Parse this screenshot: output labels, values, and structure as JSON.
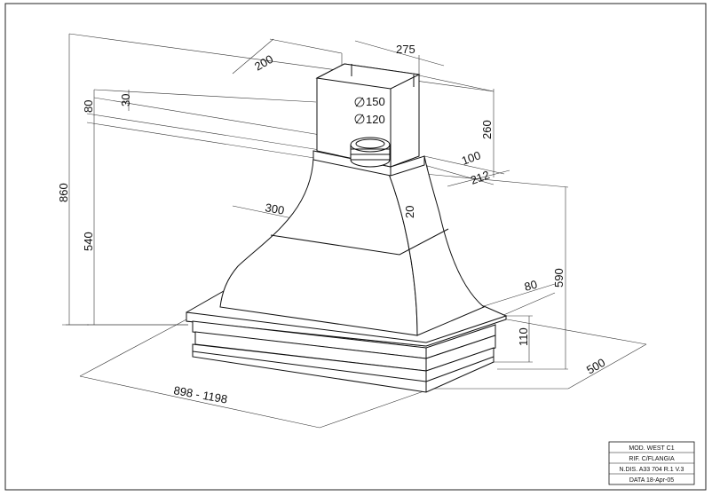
{
  "dimensions": {
    "total_height": "860",
    "chimney_width": "275",
    "chimney_depth": "200",
    "collar_30": "30",
    "band_80_left": "80",
    "chimney_height": "260",
    "outlet_150": "150",
    "outlet_120": "120",
    "offset_100": "100",
    "offset_212": "212",
    "hood_height": "540",
    "canopy_300": "300",
    "gap_20": "20",
    "hood_590": "590",
    "band_80_right": "80",
    "base_110": "110",
    "depth_500": "500",
    "width_range": "898 - 1198"
  },
  "title_block": {
    "model": "MOD. WEST C1",
    "reference": "RIF. C/FLANGIA",
    "drawing_number": "N.DIS. A33 704 R.1 V.3",
    "date": "DATA 18-Apr-05"
  }
}
